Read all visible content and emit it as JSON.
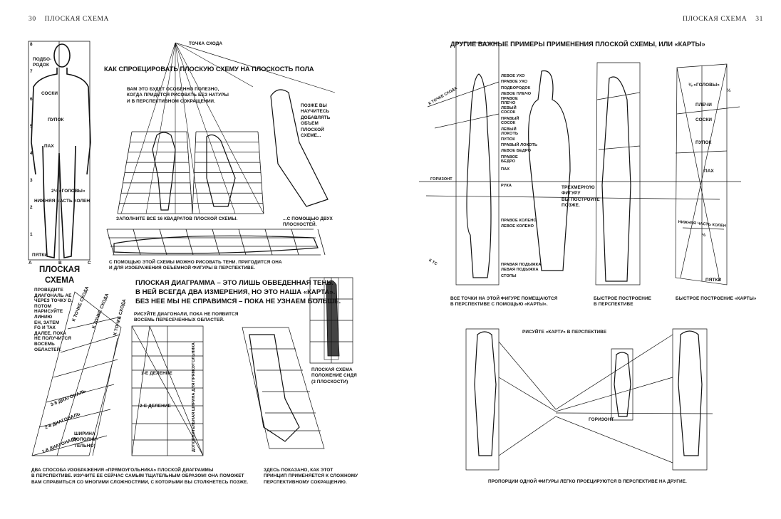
{
  "left_page": {
    "page_number": "30",
    "running_head": "ПЛОСКАЯ СХЕМА",
    "front_figure": {
      "labels": [
        "ПОДБО-\nРОДОК",
        "СОСКИ",
        "ПУПОК",
        "ПАХ",
        "2⅓ «ГОЛОВЫ»",
        "НИЖНЯЯ ЧАСТЬ КОЛЕН",
        "ПЯТКИ"
      ],
      "numbers": [
        "8",
        "7",
        "6",
        "5",
        "4",
        "3",
        "2",
        "1"
      ],
      "columns": [
        "A",
        "B",
        "C"
      ]
    },
    "vanishing_point": "ТОЧКА СХОДА",
    "projection_title": "КАК СПРОЕЦИРОВАТЬ ПЛОСКУЮ СХЕМУ НА ПЛОСКОСТЬ ПОЛА",
    "projection_note": "ВАМ ЭТО БУДЕТ ОСОБЕННО ПОЛЕЗНО,\nКОГДА ПРИДЕТСЯ РИСОВАТЬ БЕЗ НАТУРЫ\nИ В ПЕРСПЕКТИВНОМ СОКРАЩЕНИИ.",
    "volume_note": "ПОЗЖЕ ВЫ\nНАУЧИТЕСЬ\nДОБАВЛЯТЬ\nОБЪЕМ\nПЛОСКОЙ\nСХЕМЕ...",
    "fill_caption": "ЗАПОЛНИТЕ ВСЕ 16 КВАДРАТОВ ПЛОСКОЙ СХЕМЫ.",
    "two_planes_caption": "...С ПОМОЩЬЮ ДВУХ\nПЛОСКОСТЕЙ.",
    "shadow_caption": "С ПОМОЩЬЮ ЭТОЙ СХЕМЫ МОЖНО РИСОВАТЬ ТЕНИ. ПРИГОДИТСЯ ОНА\nИ ДЛЯ ИЗОБРАЖЕНИЯ ОБЪЕМНОЙ ФИГУРЫ В ПЕРСПЕКТИВЕ.",
    "section_title": "ПЛОСКАЯ\nСХЕМА",
    "diagonal_instructions": "ПРОВЕДИТЕ\nДИАГОНАЛЬ AE\nЧЕРЕЗ ТОЧКУ D.\nПОТОМ\nНАРИСУЙТЕ\nЛИНИЮ\nEH, ЗАТЕМ\nFG И ТАК\nДАЛЕЕ, ПОКА\nНЕ ПОЛУЧИТСЯ\nВОСЕМЬ\nОБЛАСТЕЙ.",
    "diagram_statement": "ПЛОСКАЯ ДИАГРАММА – ЭТО ЛИШЬ ОБВЕДЕННАЯ ТЕНЬ.\nВ НЕЙ ВСЕГДА ДВА ИЗМЕРЕНИЯ, НО ЭТО НАША «КАРТА».\nБЕЗ НЕЕ МЫ НЕ СПРАВИМСЯ – ПОКА НЕ УЗНАЕМ БОЛЬШЕ.",
    "draw_diagonals": "РИСУЙТЕ ДИАГОНАЛИ, ПОКА НЕ ПОЯВИТСЯ\nВОСЕМЬ ПЕРЕСЕЧЕННЫХ ОБЛАСТЕЙ.",
    "to_vanishing_point": "К ТОЧКЕ СХОДА",
    "diagonal_labels": [
      "1-8 ДИАГОНАЛЬ",
      "2-8 ДИАГОНАЛЬ",
      "3-8 ДИАГОНАЛЬ",
      "1-Е ДЕЛЕНИЕ",
      "2-Е ДЕЛЕНИЕ",
      "ДОПОЛНИТЕЛЬНАЯ ШИРИНА ДЛЯ ПРЯМОУГОЛЬНИКА"
    ],
    "width_note": "ШИРИНА\n(ДОПОЛНИ-\nТЕЛЬНО)",
    "seated_caption": "ПЛОСКАЯ СХЕМА\nПОЛОЖЕНИЕ СИДЯ\n(3 ПЛОСКОСТИ)",
    "bottom_caption_1": "ДВА СПОСОБА ИЗОБРАЖЕНИЯ «ПРЯМОУГОЛЬНИКА» ПЛОСКОЙ ДИАГРАММЫ\nВ ПЕРСПЕКТИВЕ. ИЗУЧИТЕ ЕЕ СЕЙЧАС САМЫМ ТЩАТЕЛЬНЫМ ОБРАЗОМ! ОНА ПОМОЖЕТ\nВАМ СПРАВИТЬСЯ СО МНОГИМИ СЛОЖНОСТЯМИ, С КОТОРЫМИ ВЫ СТОЛКНЕТЕСЬ ПОЗЖЕ.",
    "bottom_caption_2": "ЗДЕСЬ ПОКАЗАНО, КАК ЭТОТ\nПРИНЦИП ПРИМЕНЯЕТСЯ К СЛОЖНОМУ\nПЕРСПЕКТИВНОМУ СОКРАЩЕНИЮ."
  },
  "right_page": {
    "page_number": "31",
    "running_head": "ПЛОСКАЯ СХЕМА",
    "title": "ДРУГИЕ ВАЖНЫЕ ПРИМЕРЫ ПРИМЕНЕНИЯ ПЛОСКОЙ СХЕМЫ, ИЛИ «КАРТЫ»",
    "to_vanishing_point": "К ТОЧКЕ СХОДА",
    "to_vp_short": "К ТС",
    "horizon": "ГОРИЗОНТ",
    "body_points": [
      "ЛЕВОЕ УХО",
      "ПРАВОЕ УХО",
      "ПОДБОРОДОК",
      "ЛЕВОЕ ПЛЕЧО",
      "ПРАВОЕ\nПЛЕЧО",
      "ЛЕВЫЙ\nСОСОК",
      "ПРАВЫЙ\nСОСОК",
      "ЛЕВЫЙ\nЛОКОТЬ",
      "ПУПОК",
      "ПРАВЫЙ ЛОКОТЬ",
      "ЛЕВОЕ БЕДРО",
      "ПРАВОЕ\nБЕДРО",
      "ПАХ",
      "РУКА",
      "ПРАВОЕ КОЛЕНО",
      "ЛЕВОЕ КОЛЕНО",
      "ПРАВАЯ ПОДЫЖКА",
      "ЛЕВАЯ ПОДЫЖКА",
      "СТОПЫ"
    ],
    "three_d_note": "ТРЕХМЕРНУЮ\nФИГУРУ\nВЫ ПОСТРОИТЕ\nПОЗЖЕ.",
    "map_labels": [
      "⅛ «ГОЛОВЫ»",
      "⅓",
      "ПЛЕЧИ",
      "СОСКИ",
      "ПУПОК",
      "ПАХ",
      "НИЖНЯЯ ЧАСТЬ КОЛЕН",
      "½",
      "ПЯТКИ"
    ],
    "caption_all_points": "ВСЕ ТОЧКИ НА ЭТОЙ ФИГУРЕ ПОМЕЩАЮТСЯ\nВ ПЕРСПЕКТИВЕ С ПОМОЩЬЮ «КАРТЫ».",
    "caption_quick_perspective": "БЫСТРОЕ ПОСТРОЕНИЕ\nВ ПЕРСПЕКТИВЕ",
    "caption_quick_map": "БЫСТРОЕ ПОСТРОЕНИЕ «КАРТЫ»",
    "draw_map": "РИСУЙТЕ «КАРТУ» В ПЕРСПЕКТИВЕ",
    "bottom_caption": "ПРОПОРЦИИ ОДНОЙ ФИГУРЫ ЛЕГКО ПРОЕЦИРУЮТСЯ В ПЕРСПЕКТИВЕ НА ДРУГИЕ."
  }
}
